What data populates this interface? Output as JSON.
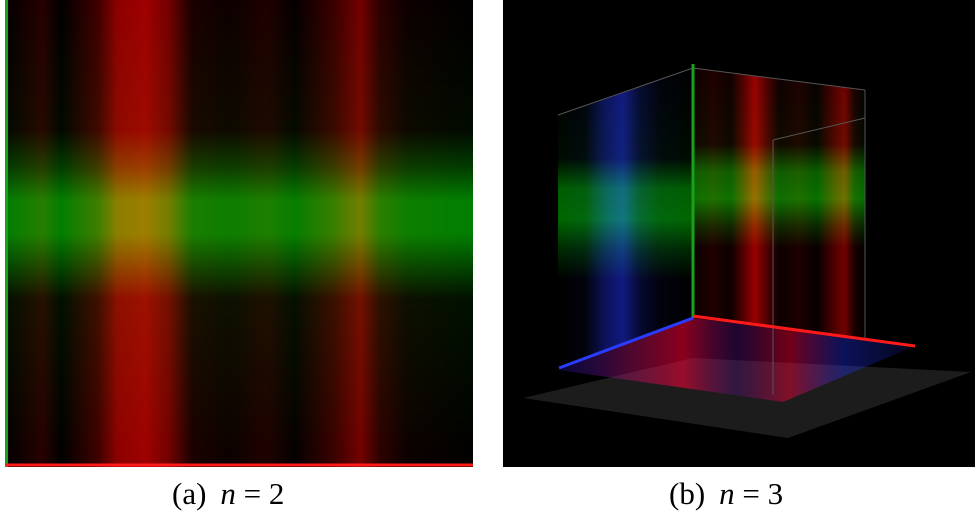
{
  "figures": [
    {
      "id": "a",
      "caption_label": "(a)",
      "caption_var": "n",
      "caption_eq": " = 2"
    },
    {
      "id": "b",
      "caption_label": "(b)",
      "caption_var": "n",
      "caption_eq": " = 3"
    }
  ],
  "colors": {
    "background": "#000000",
    "x_axis": "#ff1a1a",
    "y_axis": "#1aa01a",
    "z_axis": "#2a3cff"
  }
}
